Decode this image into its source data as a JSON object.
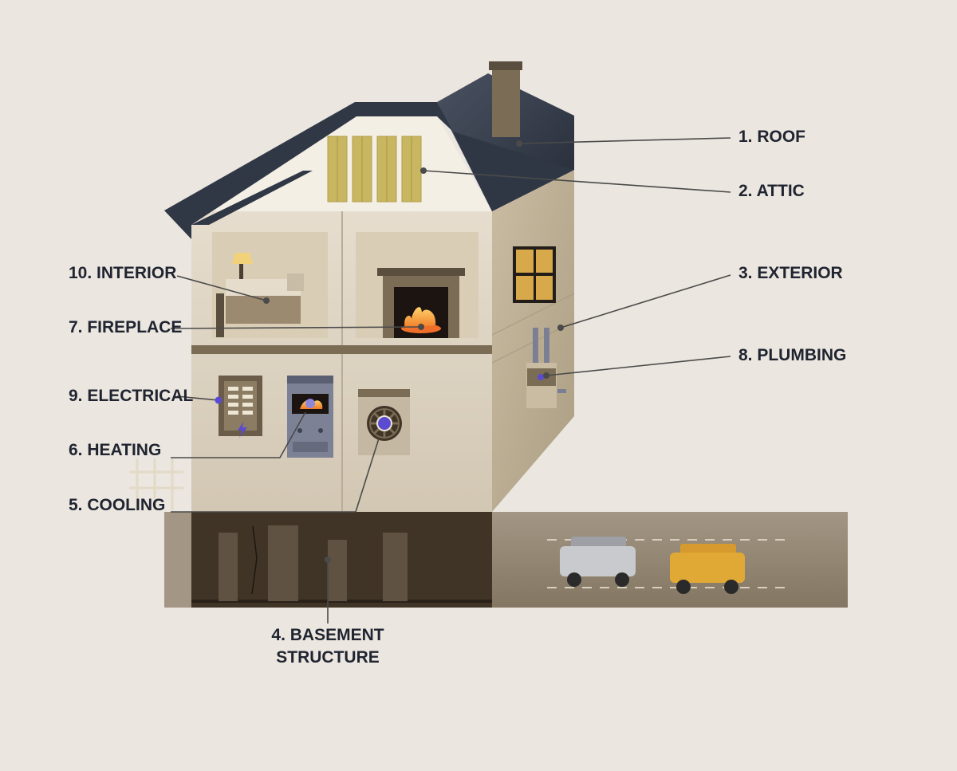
{
  "colors": {
    "background": "#ebe6df",
    "roof": "#303846",
    "wall_front": "#ddd3c2",
    "wall_side": "#bfb196",
    "trim": "#7b6d55",
    "basement": "#3f3426",
    "ground": "#9b8e7b",
    "leader": "#4a4a4a",
    "accent": "#5b4bd1",
    "insulation": "#c9b660",
    "fire": "#f29a2e"
  },
  "labels": {
    "roof": "1. ROOF",
    "attic": "2. ATTIC",
    "exterior": "3. EXTERIOR",
    "basement_line1": "4. BASEMENT",
    "basement_line2": "STRUCTURE",
    "cooling": "5. COOLING",
    "heating": "6. HEATING",
    "fireplace": "7. FIREPLACE",
    "plumbing": "8. PLUMBING",
    "electrical": "9. ELECTRICAL",
    "interior": "10. INTERIOR"
  },
  "icons": {
    "lamp": "lamp-icon",
    "bed": "bed-icon",
    "fire": "fire-icon",
    "electrical_panel": "electrical-panel-icon",
    "furnace": "furnace-icon",
    "fan": "fan-icon",
    "window": "window-icon",
    "pipes": "pipes-icon",
    "car_silver": "car-icon",
    "car_yellow": "car-icon"
  }
}
